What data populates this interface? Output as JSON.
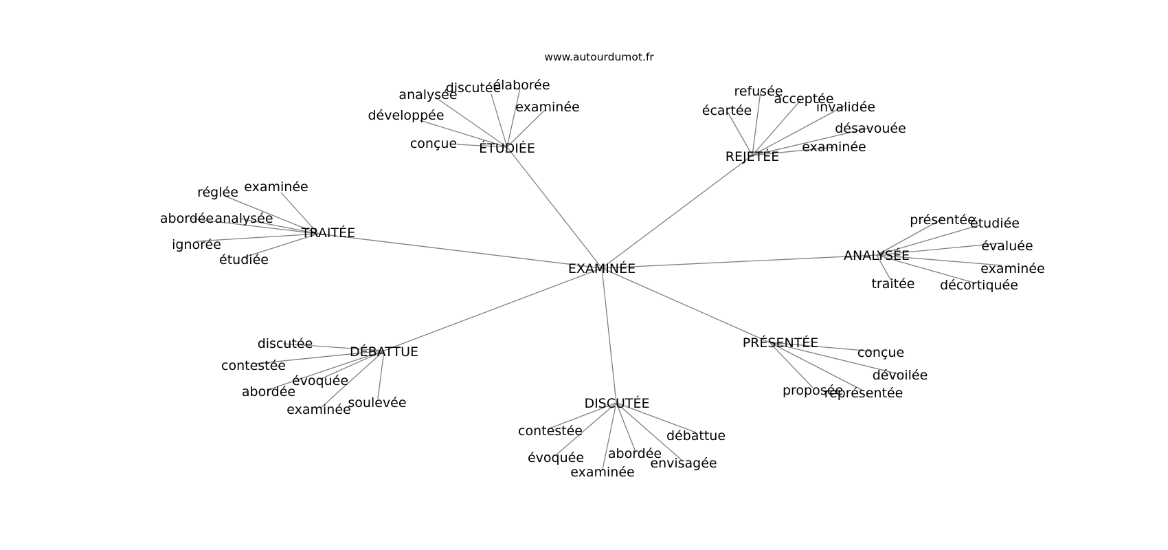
{
  "site": "www.autourdumot.fr",
  "center": "EXAMINÉE",
  "groups": [
    {
      "label": "ÉTUDIÉE",
      "words": [
        "élaborée",
        "discutée",
        "analysée",
        "développée",
        "conçue",
        "examinée"
      ]
    },
    {
      "label": "REJETÉE",
      "words": [
        "refusée",
        "acceptée",
        "écartée",
        "invalidée",
        "désavouée",
        "examinée"
      ]
    },
    {
      "label": "TRAITÉE",
      "words": [
        "examinée",
        "réglée",
        "abordée",
        "analysée",
        "ignorée",
        "étudiée"
      ]
    },
    {
      "label": "ANALYSÉE",
      "words": [
        "présentée",
        "étudiée",
        "évaluée",
        "examinée",
        "décortiquée",
        "traitée"
      ]
    },
    {
      "label": "DÉBATTUE",
      "words": [
        "discutée",
        "contestée",
        "évoquée",
        "abordée",
        "examinée",
        "soulevée"
      ]
    },
    {
      "label": "PRÉSENTÉE",
      "words": [
        "conçue",
        "dévoilée",
        "représentée",
        "proposée"
      ]
    },
    {
      "label": "DISCUTÉE",
      "words": [
        "contestée",
        "évoquée",
        "examinée",
        "abordée",
        "envisagée",
        "débattue"
      ]
    }
  ]
}
